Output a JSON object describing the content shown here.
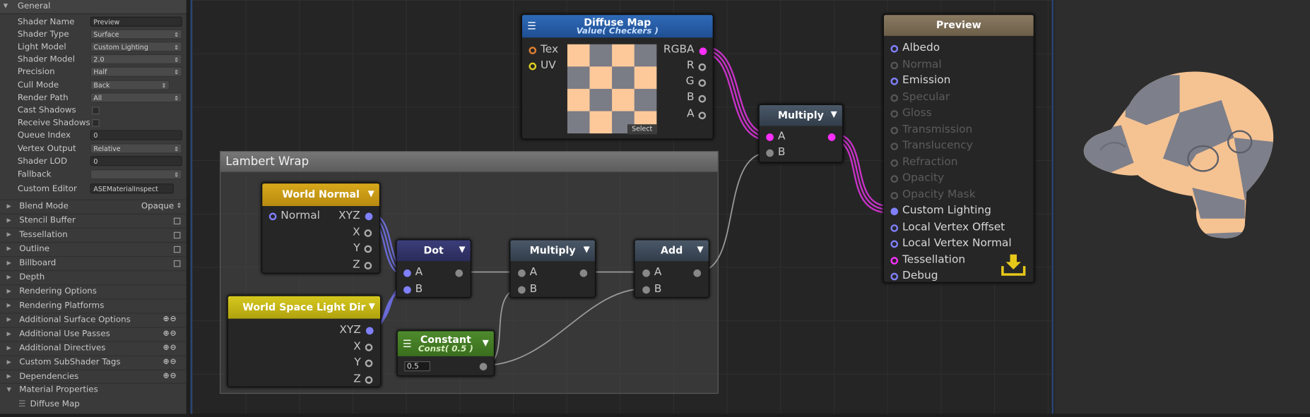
{
  "left_panel": {
    "general_header": "General",
    "properties": [
      {
        "label": "Shader Name",
        "value": "Preview",
        "kind": "text"
      },
      {
        "label": "Shader Type",
        "value": "Surface",
        "kind": "dropdown"
      },
      {
        "label": "Light Model",
        "value": "Custom Lighting",
        "kind": "dropdown"
      },
      {
        "label": "Shader Model",
        "value": "2.0",
        "kind": "dropdown"
      },
      {
        "label": "Precision",
        "value": "Half",
        "kind": "dropdown"
      },
      {
        "label": "Cull Mode",
        "value": "Back",
        "kind": "dropdown"
      },
      {
        "label": "Render Path",
        "value": "All",
        "kind": "dropdown"
      },
      {
        "label": "Cast Shadows",
        "value": "",
        "kind": "check"
      },
      {
        "label": "Receive Shadows",
        "value": "",
        "kind": "check"
      },
      {
        "label": "Queue Index",
        "value": "0",
        "kind": "text"
      },
      {
        "label": "Vertex Output",
        "value": "Relative",
        "kind": "dropdown"
      },
      {
        "label": "Shader LOD",
        "value": "0",
        "kind": "text"
      },
      {
        "label": "Fallback",
        "value": "",
        "kind": "dropdown"
      },
      {
        "label": "Custom Editor",
        "value": "ASEMaterialInspect",
        "kind": "text"
      }
    ],
    "sections": [
      {
        "label": "Blend Mode",
        "right": "Opaque",
        "kind": "value"
      },
      {
        "label": "Stencil Buffer",
        "kind": "box"
      },
      {
        "label": "Tessellation",
        "kind": "box"
      },
      {
        "label": "Outline",
        "kind": "box"
      },
      {
        "label": "Billboard",
        "kind": "box"
      },
      {
        "label": "Depth",
        "kind": "none"
      },
      {
        "label": "Rendering Options",
        "kind": "none"
      },
      {
        "label": "Rendering Platforms",
        "kind": "none"
      },
      {
        "label": "Additional Surface Options",
        "kind": "pm"
      },
      {
        "label": "Additional Use Passes",
        "kind": "pm"
      },
      {
        "label": "Additional Directives",
        "kind": "pm"
      },
      {
        "label": "Custom SubShader Tags",
        "kind": "pm"
      },
      {
        "label": "Dependencies",
        "kind": "pm"
      }
    ],
    "material_properties": "Material Properties",
    "material_items": [
      "Diffuse Map"
    ]
  },
  "canvas": {
    "group_title": "Lambert Wrap",
    "diffuse": {
      "title": "Diffuse Map",
      "subtitle": "Value( Checkers )",
      "in_ports": [
        "Tex",
        "UV"
      ],
      "out_ports": [
        "RGBA",
        "R",
        "G",
        "B",
        "A"
      ],
      "select_label": "Select"
    },
    "multiply_top": {
      "title": "Multiply",
      "in_ports": [
        "A",
        "B"
      ]
    },
    "world_normal": {
      "title": "World Normal",
      "in_port": "Normal",
      "out_ports": [
        "XYZ",
        "X",
        "Y",
        "Z"
      ]
    },
    "light_dir": {
      "title": "World Space Light Dir",
      "out_ports": [
        "XYZ",
        "X",
        "Y",
        "Z"
      ]
    },
    "dot": {
      "title": "Dot",
      "in_ports": [
        "A",
        "B"
      ]
    },
    "multiply_mid": {
      "title": "Multiply",
      "in_ports": [
        "A",
        "B"
      ]
    },
    "add": {
      "title": "Add",
      "in_ports": [
        "A",
        "B"
      ]
    },
    "constant": {
      "title": "Constant",
      "subtitle": "Const( 0.5 )",
      "value": "0.5"
    },
    "preview": {
      "title": "Preview",
      "inputs": [
        {
          "label": "Albedo",
          "state": "active",
          "color": "#8080ff"
        },
        {
          "label": "Normal",
          "state": "disabled",
          "color": "#555555"
        },
        {
          "label": "Emission",
          "state": "active",
          "color": "#8080ff"
        },
        {
          "label": "Specular",
          "state": "disabled",
          "color": "#555555"
        },
        {
          "label": "Gloss",
          "state": "disabled",
          "color": "#555555"
        },
        {
          "label": "Transmission",
          "state": "disabled",
          "color": "#555555"
        },
        {
          "label": "Translucency",
          "state": "disabled",
          "color": "#555555"
        },
        {
          "label": "Refraction",
          "state": "disabled",
          "color": "#555555"
        },
        {
          "label": "Opacity",
          "state": "disabled",
          "color": "#555555"
        },
        {
          "label": "Opacity Mask",
          "state": "disabled",
          "color": "#555555"
        },
        {
          "label": "Custom Lighting",
          "state": "connected",
          "color": "#8080ff"
        },
        {
          "label": "Local Vertex Offset",
          "state": "active",
          "color": "#8080ff"
        },
        {
          "label": "Local Vertex Normal",
          "state": "active",
          "color": "#8080ff"
        },
        {
          "label": "Tessellation",
          "state": "active",
          "color": "#ff30ff"
        },
        {
          "label": "Debug",
          "state": "active",
          "color": "#8080ff"
        }
      ]
    }
  },
  "colors": {
    "accent": "#2b4676",
    "magenta_wire": "#c832c8",
    "blue_wire": "#6b6bd8",
    "checker_light": "#fdc99a",
    "checker_dark": "#7a7c86"
  }
}
